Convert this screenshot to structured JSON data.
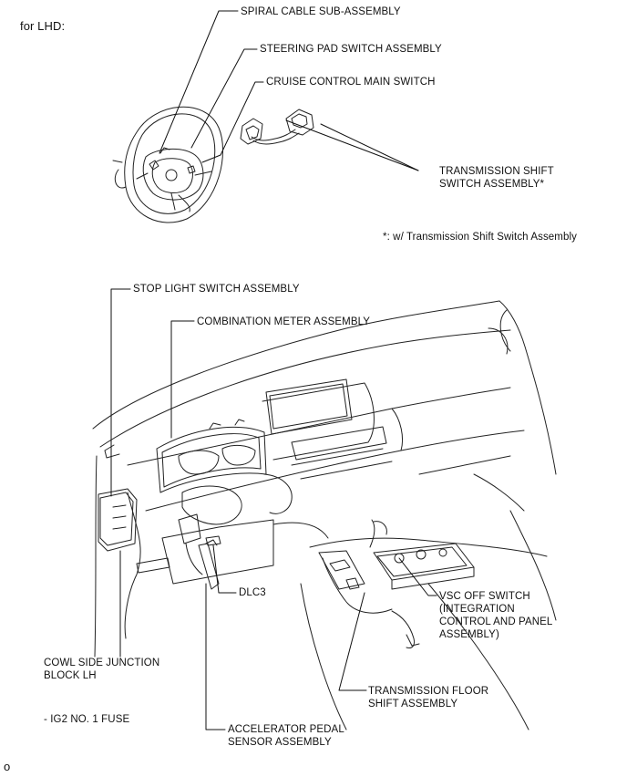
{
  "header": {
    "variant": "for LHD:"
  },
  "labels": {
    "spiral_cable": "SPIRAL CABLE SUB-ASSEMBLY",
    "steering_pad": "STEERING PAD SWITCH ASSEMBLY",
    "cruise_control": "CRUISE CONTROL MAIN SWITCH",
    "trans_shift_switch_1": "TRANSMISSION SHIFT",
    "trans_shift_switch_2": "SWITCH ASSEMBLY*",
    "footnote": "*: w/ Transmission Shift Switch Assembly",
    "stop_light": "STOP LIGHT SWITCH ASSEMBLY",
    "combination_meter": "COMBINATION METER ASSEMBLY",
    "dlc3": "DLC3",
    "vsc_1": "VSC OFF SWITCH",
    "vsc_2": "(INTEGRATION",
    "vsc_3": "CONTROL AND PANEL",
    "vsc_4": "ASSEMBLY)",
    "cowl_1": "COWL SIDE JUNCTION",
    "cowl_2": "BLOCK LH",
    "ig2_fuse": "- IG2 NO. 1 FUSE",
    "trans_floor_1": "TRANSMISSION FLOOR",
    "trans_floor_2": "SHIFT ASSEMBLY",
    "accel_1": "ACCELERATOR PEDAL",
    "accel_2": "SENSOR ASSEMBLY"
  },
  "page_corner_mark": "o"
}
